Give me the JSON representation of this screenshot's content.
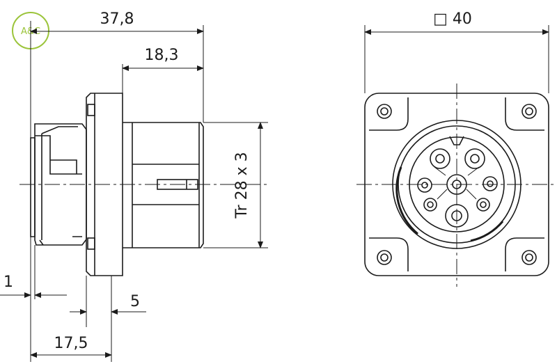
{
  "logo": {
    "text": "A&C",
    "color": "#9bc43a"
  },
  "dimensions": {
    "overall_length": "37,8",
    "rear_length": "18,3",
    "thread": "Tr 28 x 3",
    "square": "□ 40",
    "small_offset": "1",
    "flange_thickness": "5",
    "front_length": "17,5"
  },
  "colors": {
    "line": "#1b1b1b",
    "background": "#ffffff"
  }
}
